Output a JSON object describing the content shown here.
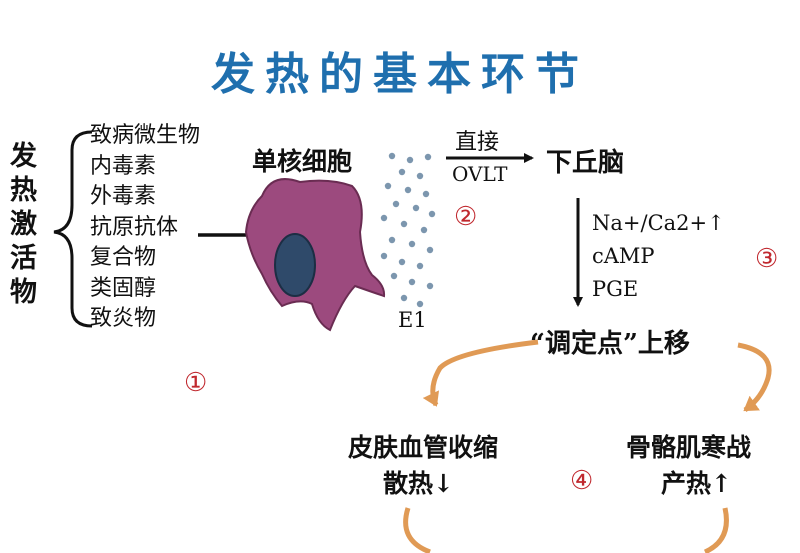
{
  "title": "发热的基本环节",
  "activator_chars": [
    "发",
    "热",
    "激",
    "活",
    "物"
  ],
  "agents": [
    "致病微生物",
    "内毒素",
    "外毒素",
    "抗原抗体",
    "复合物",
    "类固醇",
    "致炎物"
  ],
  "cell_label": "单核细胞",
  "e1_label": "E1",
  "direct_label": "直接",
  "ovlt_label": "OVLT",
  "hypothalamus_label": "下丘脑",
  "mediators": [
    "Na+/Ca2+↑",
    "cAMP",
    "PGE"
  ],
  "setpoint_label": "“调定点”上移",
  "skin_label_1": "皮肤血管收缩",
  "skin_label_2": "散热↓",
  "muscle_label_1": "骨骼肌寒战",
  "muscle_label_2": "产热↑",
  "step_markers": [
    "①",
    "②",
    "③",
    "④"
  ],
  "colors": {
    "title": "#1f6fae",
    "cell": "#9c4a7e",
    "nucleus": "#2f4a6a",
    "dots": "#7c96ae",
    "feedback_arrow": "#e09a55",
    "marker": "#c0282e"
  }
}
